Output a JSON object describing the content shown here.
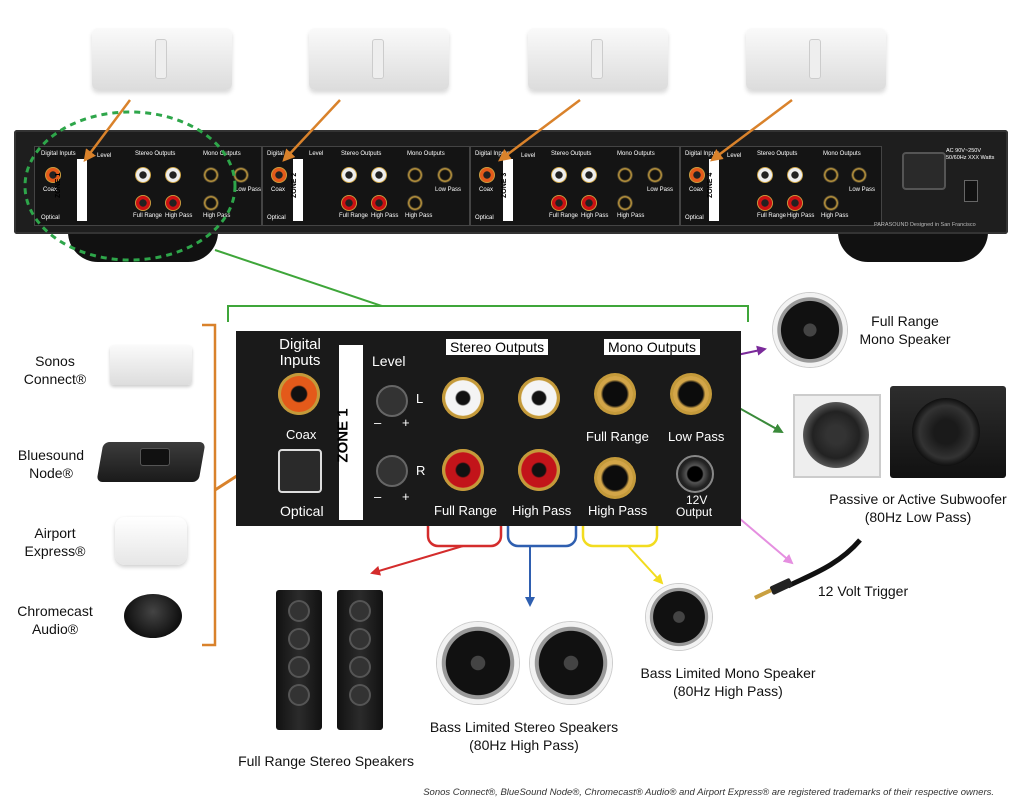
{
  "rack": {
    "zones": [
      {
        "id": "zone1",
        "zone_label": "ZONE 1",
        "digital_inputs": "Digital Inputs",
        "coax": "Coax",
        "optical": "Optical",
        "level": "Level",
        "stereo_outputs": "Stereo Outputs",
        "mono_outputs": "Mono Outputs",
        "full_range": "Full Range",
        "high_pass": "High Pass",
        "low_pass": "Low Pass",
        "high_pass_mono": "High Pass"
      },
      {
        "id": "zone2",
        "zone_label": "ZONE 2",
        "digital_inputs": "Digital In",
        "coax": "Coax",
        "optical": "Optical",
        "level": "Level",
        "stereo_outputs": "Stereo Outputs",
        "mono_outputs": "Mono Outputs",
        "full_range": "Full Range",
        "high_pass": "High Pass",
        "low_pass": "Low Pass",
        "high_pass_mono": "High Pass"
      },
      {
        "id": "zone3",
        "zone_label": "ZONE 3",
        "digital_inputs": "Digital Inputs",
        "coax": "Coax",
        "optical": "Optical",
        "level": "Level",
        "stereo_outputs": "Stereo Outputs",
        "mono_outputs": "Mono Outputs",
        "full_range": "Full Range",
        "high_pass": "High Pass",
        "low_pass": "Low Pass",
        "high_pass_mono": "High Pass"
      },
      {
        "id": "zone4",
        "zone_label": "ZONE 4",
        "digital_inputs": "Digital Inputs",
        "coax": "Coax",
        "optical": "Optical",
        "level": "Level",
        "stereo_outputs": "Stereo Outputs",
        "mono_outputs": "Mono Outputs",
        "full_range": "Full Range",
        "high_pass": "High Pass",
        "low_pass": "Low Pass",
        "high_pass_mono": "High Pass"
      }
    ],
    "power_label": "AC 90V~250V 50/60Hz XXX Watts",
    "brand": "PARASOUND Designed in San Francisco"
  },
  "panel": {
    "digital_inputs": "Digital Inputs",
    "zone_label": "ZONE 1",
    "level": "Level",
    "l": "L",
    "r": "R",
    "minus": "–",
    "plus": "+",
    "coax": "Coax",
    "optical": "Optical",
    "stereo_outputs": "Stereo Outputs",
    "mono_outputs": "Mono Outputs",
    "full_range": "Full Range",
    "high_pass": "High Pass",
    "mono_full_range": "Full Range",
    "low_pass": "Low Pass",
    "mono_high_pass": "High Pass",
    "trigger_top": "12V",
    "trigger_bottom": "Output"
  },
  "sources": [
    {
      "line1": "Sonos",
      "line2": "Connect®"
    },
    {
      "line1": "Bluesound",
      "line2": "Node®"
    },
    {
      "line1": "Airport",
      "line2": "Express®"
    },
    {
      "line1": "Chromecast",
      "line2": "Audio®"
    }
  ],
  "outputs": {
    "full_range_mono": {
      "line1": "Full Range",
      "line2": "Mono Speaker"
    },
    "subwoofer": {
      "line1": "Passive or Active Subwoofer",
      "line2": "(80Hz Low Pass)"
    },
    "trigger": "12 Volt Trigger",
    "bass_mono": {
      "line1": "Bass Limited Mono Speaker",
      "line2": "(80Hz High Pass)"
    },
    "bass_stereo": {
      "line1": "Bass Limited Stereo Speakers",
      "line2": "(80Hz High Pass)"
    },
    "full_stereo": "Full Range Stereo Speakers"
  },
  "footnote": "Sonos Connect®, BlueSound Node®, Chromecast® Audio® and Airport Express® are registered trademarks of their respective owners.",
  "colors": {
    "orange": "#d9822b",
    "green": "#3fa63a",
    "green_dashed": "#2ea64a",
    "red": "#d42c2c",
    "blue": "#2f5fb0",
    "purple": "#7a2a9a",
    "yellow": "#f2dc1f",
    "dark_green": "#3a8a3a",
    "pink": "#e58fe0"
  },
  "icons": [
    "sonos-connect-icon",
    "bluesound-node-icon",
    "airport-express-icon",
    "chromecast-audio-icon",
    "ceiling-speaker-icon",
    "subwoofer-icon",
    "floor-speaker-icon",
    "trigger-cable-icon"
  ]
}
